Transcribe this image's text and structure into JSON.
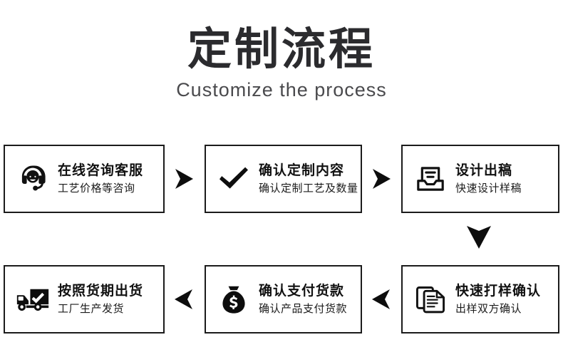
{
  "header": {
    "title": "定制流程",
    "subtitle": "Customize the process"
  },
  "flow": {
    "steps": [
      {
        "id": "step-1",
        "icon": "headset-support-icon",
        "title": "在线咨询客服",
        "subtitle": "工艺价格等咨询"
      },
      {
        "id": "step-2",
        "icon": "checkmark-icon",
        "title": "确认定制内容",
        "subtitle": "确认定制工艺及数量"
      },
      {
        "id": "step-3",
        "icon": "inbox-tray-icon",
        "title": "设计出稿",
        "subtitle": "快速设计样稿"
      },
      {
        "id": "step-4",
        "icon": "documents-icon",
        "title": "快速打样确认",
        "subtitle": "出样双方确认"
      },
      {
        "id": "step-5",
        "icon": "money-bag-icon",
        "title": "确认支付货款",
        "subtitle": "确认产品支付货款"
      },
      {
        "id": "step-6",
        "icon": "delivery-truck-check-icon",
        "title": "按照货期出货",
        "subtitle": "工厂生产发货"
      }
    ],
    "connectors": [
      {
        "id": "connector-1-2",
        "icon": "arrow-right-icon"
      },
      {
        "id": "connector-2-3",
        "icon": "arrow-right-icon"
      },
      {
        "id": "connector-3-4",
        "icon": "arrow-down-icon"
      },
      {
        "id": "connector-4-5",
        "icon": "arrow-left-icon"
      },
      {
        "id": "connector-5-6",
        "icon": "arrow-left-icon"
      }
    ]
  },
  "colors": {
    "background": "#ffffff",
    "ink": "#1b1b1b",
    "title_ink": "#2b2b2e",
    "subtitle_ink": "#4a4a4d"
  }
}
